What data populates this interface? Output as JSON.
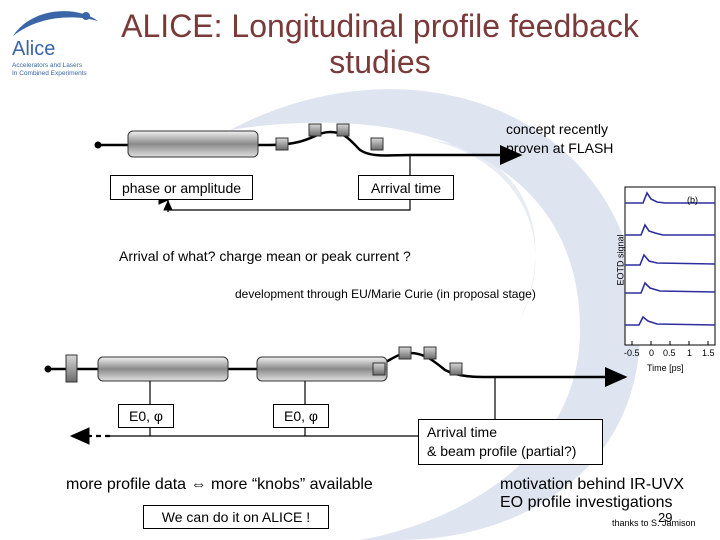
{
  "logo": {
    "name": "Alice",
    "line1": "Accelerators and Lasers",
    "line2": "In Combined Experiments"
  },
  "slide": {
    "title_line1": "ALICE: Longitudinal profile feedback",
    "title_line2": "studies",
    "concept_note_line1": "concept recently",
    "concept_note_line2": "proven at FLASH",
    "box_phase": "phase or amplitude",
    "box_arrival": "Arrival time",
    "arrival_question": "Arrival of what? charge mean or peak current ?",
    "development_note": "development through EU/Marie Curie (in proposal stage)",
    "box_e0_1": "E0, φ",
    "box_e0_2": "E0, φ",
    "arrival_beam_line1": "Arrival time",
    "arrival_beam_line2": "& beam profile (partial?)",
    "more_profile": "more profile data  ⇔  more “knobs” available",
    "we_can": "We can do it on ALICE !",
    "motivation_line1": "motivation behind IR-UVX",
    "motivation_line2": "EO profile investigations",
    "thanks": "thanks to S. Jamison",
    "page_number": "29"
  },
  "inset": {
    "panel_label": "(b)",
    "ylabel": "EOTD signal",
    "xlabel": "Time [ps]",
    "xticks": [
      "-0.5",
      "0",
      "0.5",
      "1",
      "1.5"
    ]
  },
  "colors": {
    "title": "#7a3a3a",
    "logo_blue": "#3a66a8",
    "swoosh": "#c8d3e6",
    "trace": "#2e2ea0"
  }
}
